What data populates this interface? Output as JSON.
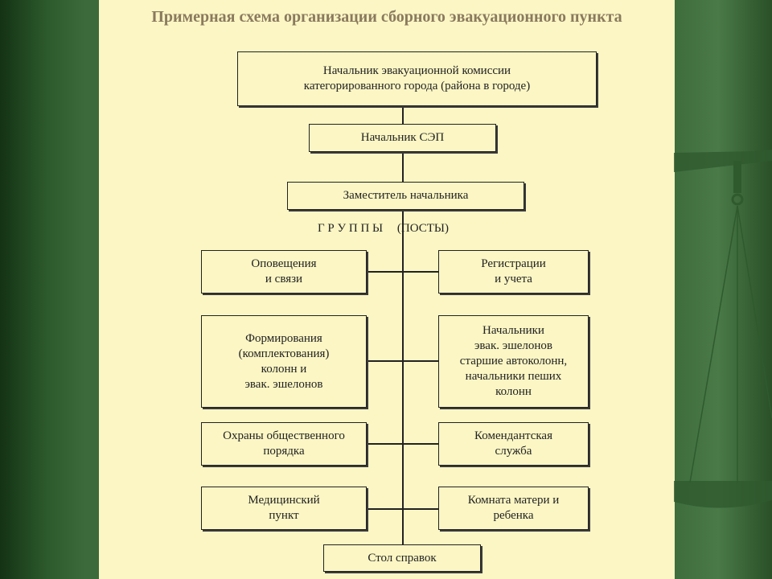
{
  "title": "Примерная схема организации сборного эвакуационного пункта",
  "head": {
    "lines": [
      "Начальник эвакуационной комиссии",
      "категорированного города (района в городе)"
    ]
  },
  "chief": {
    "label": "Начальник СЭП"
  },
  "deputy": {
    "label": "Заместитель начальника"
  },
  "groups_label": {
    "groups": "Г Р У П П Ы",
    "posts": "(ПОСТЫ)"
  },
  "left_groups": [
    {
      "lines": [
        "Оповещения",
        "и связи"
      ]
    },
    {
      "lines": [
        "Формирования",
        "(комплектования)",
        "колонн и",
        "эвак. эшелонов"
      ]
    },
    {
      "lines": [
        "Охраны общественного",
        "порядка"
      ]
    },
    {
      "lines": [
        "Медицинский",
        "пункт"
      ]
    }
  ],
  "right_groups": [
    {
      "lines": [
        "Регистрации",
        "и учета"
      ]
    },
    {
      "lines": [
        "Начальники",
        "эвак. эшелонов",
        "старшие автоколонн,",
        "начальники пеших",
        "колонн"
      ]
    },
    {
      "lines": [
        "Комендантская",
        "служба"
      ]
    },
    {
      "lines": [
        "Комната матери и",
        "ребенка"
      ]
    }
  ],
  "bottom": {
    "label": "Стол справок"
  },
  "colors": {
    "background": "#3c6a3a",
    "panel": "#fbf6c4",
    "title": "#8a7a5e",
    "line": "#222222"
  }
}
